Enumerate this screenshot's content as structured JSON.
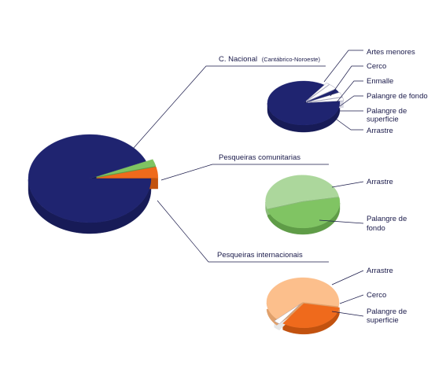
{
  "chart_data": [
    {
      "type": "pie",
      "id": "main",
      "categories": [
        "C. Nacional (Cantábrico-Noroeste)",
        "Pesqueiras comunitarias",
        "Pesqueiras internacionais"
      ],
      "values": [
        93.5,
        2.5,
        4.0
      ],
      "colors": [
        "#1f2470",
        "#7fc462",
        "#ef6a1c"
      ],
      "side_colors": [
        "#171b57",
        "#5e9a45",
        "#c2520f"
      ],
      "labels": [
        {
          "main": "C. Nacional",
          "sub": "(Cantábrico-Noroeste)"
        },
        {
          "main": "Pesqueiras comunitarias",
          "sub": ""
        },
        {
          "main": "Pesqueiras internacionais",
          "sub": ""
        }
      ]
    },
    {
      "type": "pie",
      "id": "nacional",
      "categories": [
        "Artes menores",
        "Cerco",
        "Enmalle",
        "Palangre de fondo",
        "Palangre de superficie",
        "Arrastre"
      ],
      "values": [
        86.0,
        1.5,
        4.0,
        2.5,
        3.5,
        2.5
      ],
      "colors": [
        "#1f2470",
        "#ffffff",
        "#ffffff",
        "#1f2470",
        "#ffffff",
        "#ffffff"
      ],
      "side_colors": [
        "#171b57",
        "#d8d8e4",
        "#d8d8e4",
        "#171b57",
        "#d8d8e4",
        "#d8d8e4"
      ],
      "labels": [
        [
          "Artes menores"
        ],
        [
          "Cerco"
        ],
        [
          "Enmalle"
        ],
        [
          "Palangre de fondo"
        ],
        [
          "Palangre de",
          "superficie"
        ],
        [
          "Arrastre"
        ]
      ]
    },
    {
      "type": "pie",
      "id": "comunitarias",
      "categories": [
        "Arrastre",
        "Palangre de fondo"
      ],
      "values": [
        48,
        52
      ],
      "colors": [
        "#80c463",
        "#acd79c"
      ],
      "side_colors": [
        "#5f9c47",
        "#8bbb7a"
      ],
      "labels": [
        [
          "Arrastre"
        ],
        [
          "Palangre de",
          "fondo"
        ]
      ]
    },
    {
      "type": "pie",
      "id": "internacionais",
      "categories": [
        "Arrastre",
        "Cerco",
        "Palangre de superficie"
      ],
      "values": [
        32,
        3,
        65
      ],
      "colors": [
        "#ef6a1c",
        "#ffffff",
        "#fcbf8c"
      ],
      "side_colors": [
        "#c2520f",
        "#e6e6e6",
        "#e0a06b"
      ],
      "labels": [
        [
          "Arrastre"
        ],
        [
          "Cerco"
        ],
        [
          "Palangre de",
          "superficie"
        ]
      ]
    }
  ]
}
